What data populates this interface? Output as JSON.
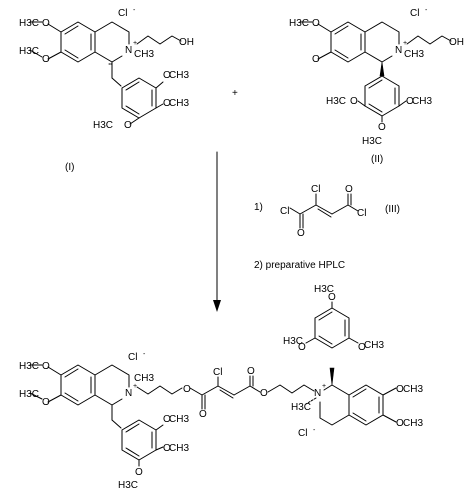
{
  "counterion": "Cl",
  "counterion_charge": "-",
  "plus_sign": "+",
  "cation_charge": "+",
  "atoms": {
    "methoxy_left": "H3C",
    "methoxy_right": "CH3",
    "oxygen": "O",
    "nitrogen": "N",
    "hydroxyl": "OH",
    "n_methyl": "CH3",
    "chlorine": "Cl"
  },
  "compound_labels": {
    "first": "(I)",
    "second": "(II)",
    "reagent": "(III)"
  },
  "steps": {
    "step1_number": "1)",
    "step2": "2)  preparative HPLC"
  }
}
